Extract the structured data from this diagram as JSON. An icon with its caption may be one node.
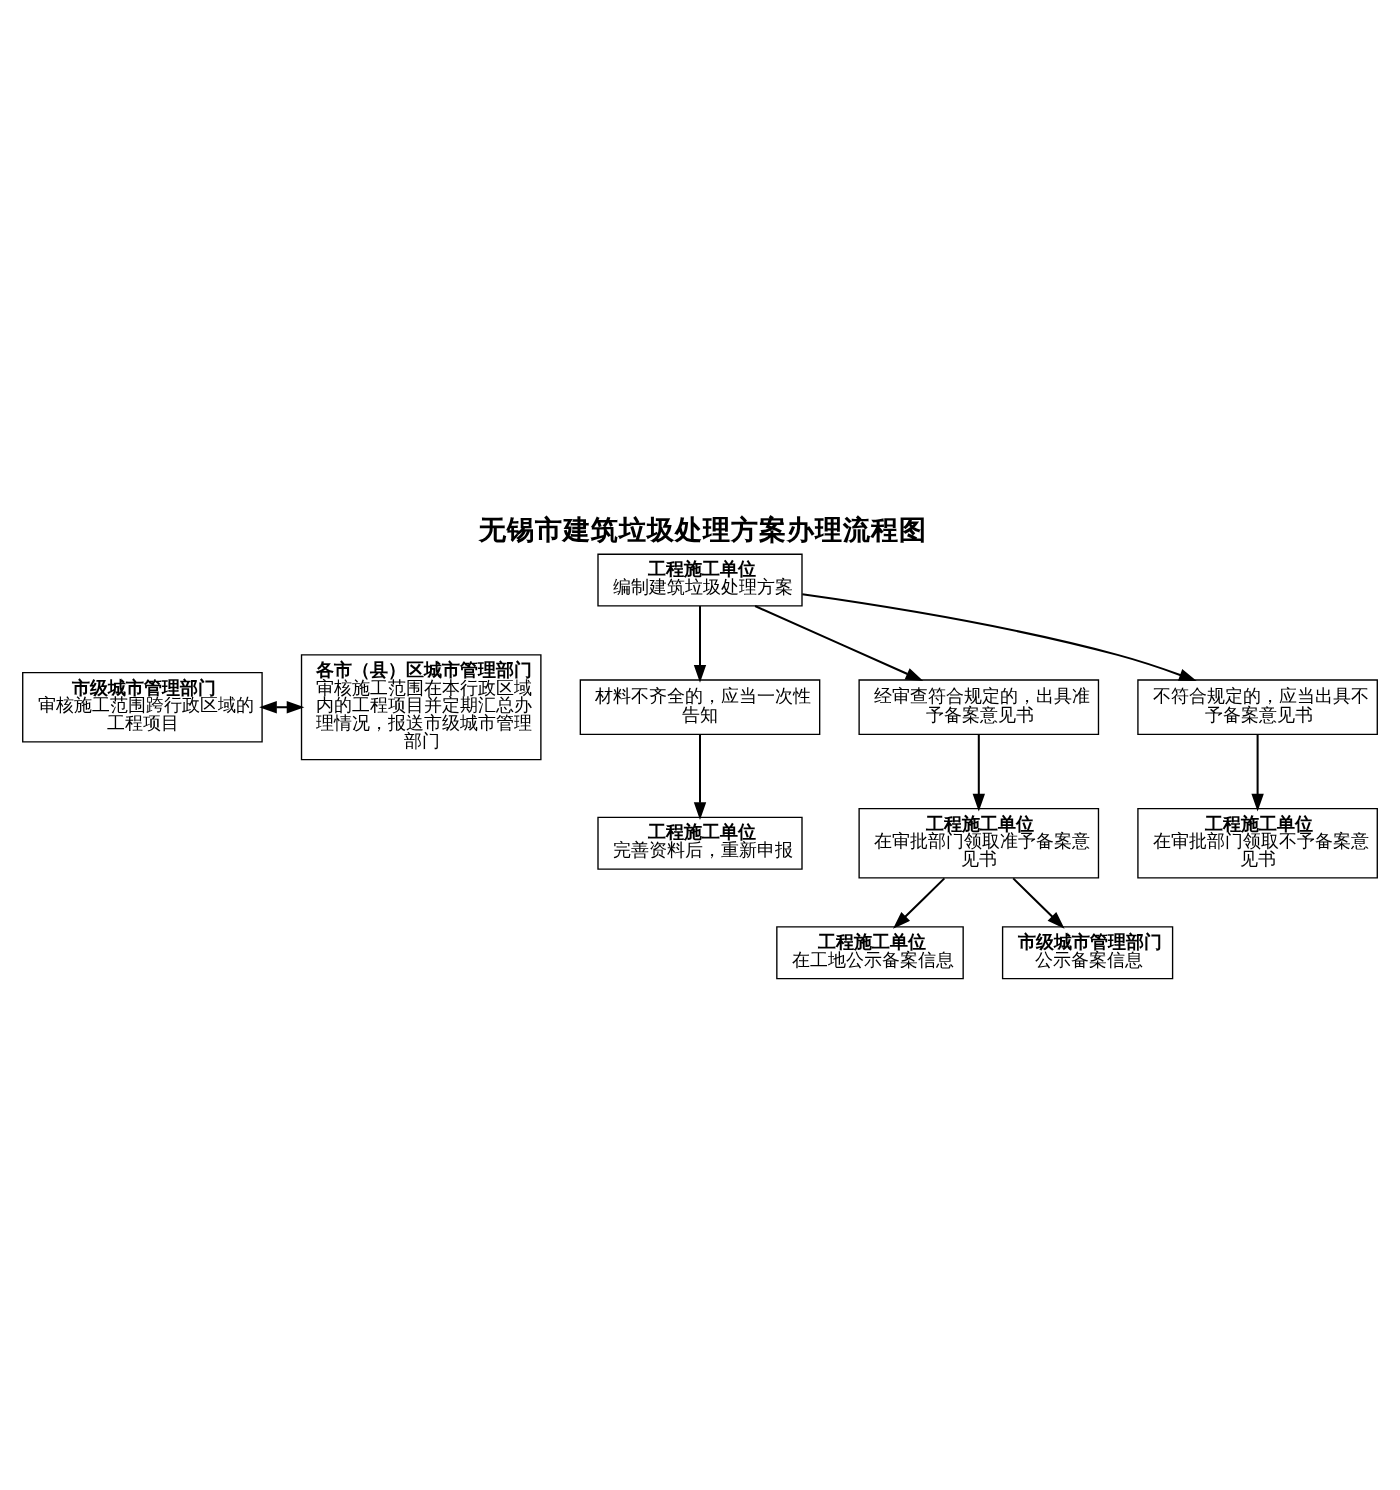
{
  "diagram": {
    "title": "无锡市建筑垃圾处理方案办理流程图",
    "nodes": [
      {
        "text": [
          "工程施工单位",
          "编制建筑垃圾处理方案"
        ]
      },
      {
        "text": [
          "市级城市管理部门",
          "审核施工范围跨行政区域的工程项目"
        ]
      },
      {
        "text": [
          "各市（县）区城市管理部门",
          "审核施工范围在本行政区域内的工程项目并定期汇总办理情况，报送市级城市管理部门"
        ]
      },
      {
        "text": [
          "材料不齐全的，应当一次性告知"
        ]
      },
      {
        "text": [
          "经审查符合规定的，出具准予备案意见书"
        ]
      },
      {
        "text": [
          "不符合规定的，应当出具不予备案意见书"
        ]
      },
      {
        "text": [
          "工程施工单位",
          "完善资料后，重新申报"
        ]
      },
      {
        "text": [
          "工程施工单位",
          "在审批部门领取准予备案意见书"
        ]
      },
      {
        "text": [
          "工程施工单位",
          "在审批部门领取不予备案意见书"
        ]
      },
      {
        "text": [
          "工程施工单位",
          "在工地公示备案信息"
        ]
      },
      {
        "text": [
          "市级城市管理部门",
          "公示备案信息"
        ]
      }
    ],
    "edges": [
      {
        "from": 1,
        "to": 2,
        "arrow": "both"
      },
      {
        "from": 0,
        "to": 3,
        "arrow": "to"
      },
      {
        "from": 0,
        "to": 4,
        "arrow": "to"
      },
      {
        "from": 0,
        "to": 5,
        "arrow": "to"
      },
      {
        "from": 3,
        "to": 6,
        "arrow": "to"
      },
      {
        "from": 4,
        "to": 7,
        "arrow": "to"
      },
      {
        "from": 5,
        "to": 8,
        "arrow": "to"
      },
      {
        "from": 7,
        "to": 9,
        "arrow": "to"
      },
      {
        "from": 7,
        "to": 10,
        "arrow": "to"
      }
    ]
  }
}
